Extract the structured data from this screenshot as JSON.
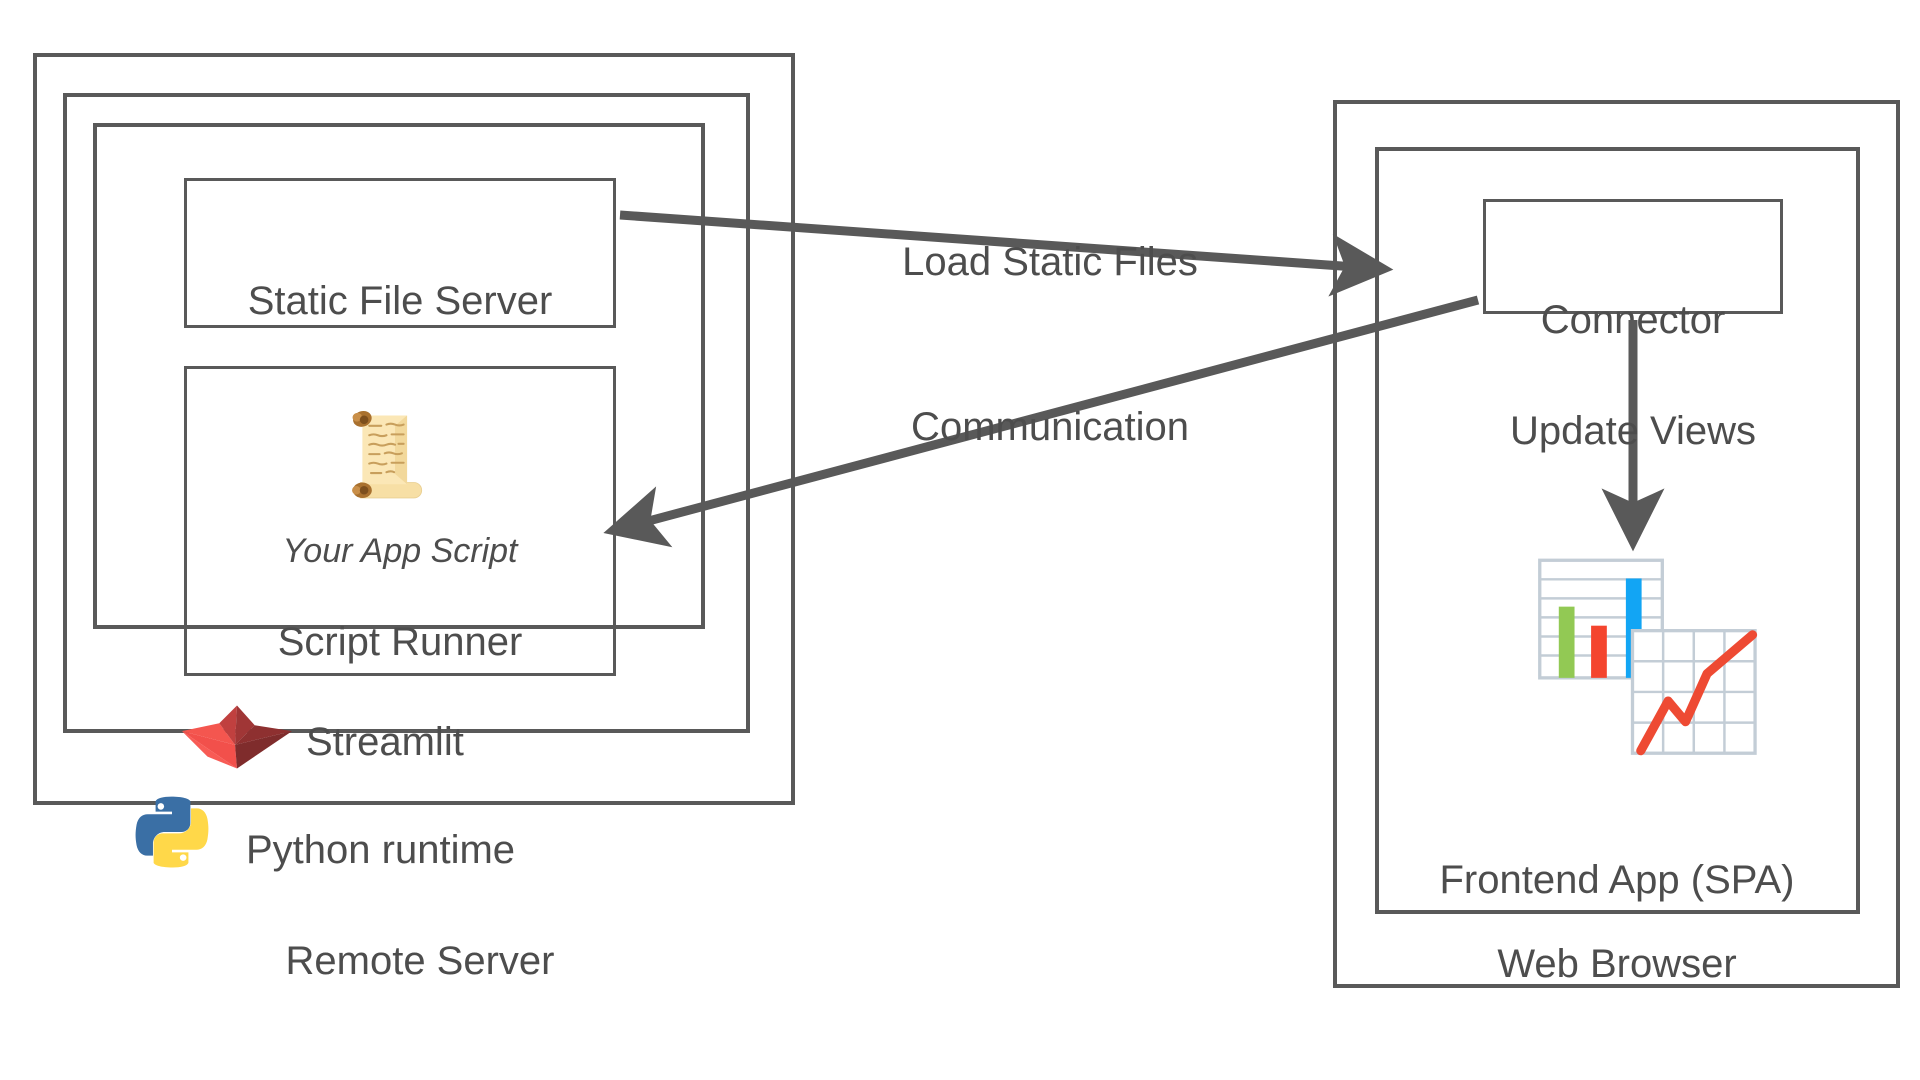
{
  "diagram": {
    "title": "Streamlit architecture",
    "stroke_color": "#595959",
    "text_color": "#4d4d4d",
    "background": "#ffffff"
  },
  "server": {
    "outer_label": "Remote Server",
    "runtime_label": "Python runtime",
    "framework_label": "Streamlit",
    "static_file_server_label": "Static File Server",
    "script_runner_label": "Script Runner",
    "app_script_label": "Your App Script",
    "python_icon": "python-logo-icon",
    "streamlit_icon": "streamlit-logo-icon",
    "scroll_icon": "scroll-emoji-icon"
  },
  "browser": {
    "outer_label": "Web Browser",
    "frontend_label": "Frontend App (SPA)",
    "connector_label": "Connector",
    "update_views_label": "Update Views",
    "chart_icon": "bar-and-line-chart-emoji-icon"
  },
  "connections": {
    "load_static_files": "Load Static Files",
    "communication": "Communication"
  },
  "colors": {
    "streamlit_red": "#ff4b4b",
    "streamlit_dark_red": "#8b2e2e",
    "python_blue": "#366f9e",
    "python_yellow": "#ffd343",
    "chart_green": "#92c954",
    "chart_red": "#f4452e",
    "chart_blue": "#12a5f4",
    "chart_grid": "#c3cdd6",
    "scroll_paper": "#f7dfa5",
    "scroll_rod": "#8a5a2b"
  }
}
